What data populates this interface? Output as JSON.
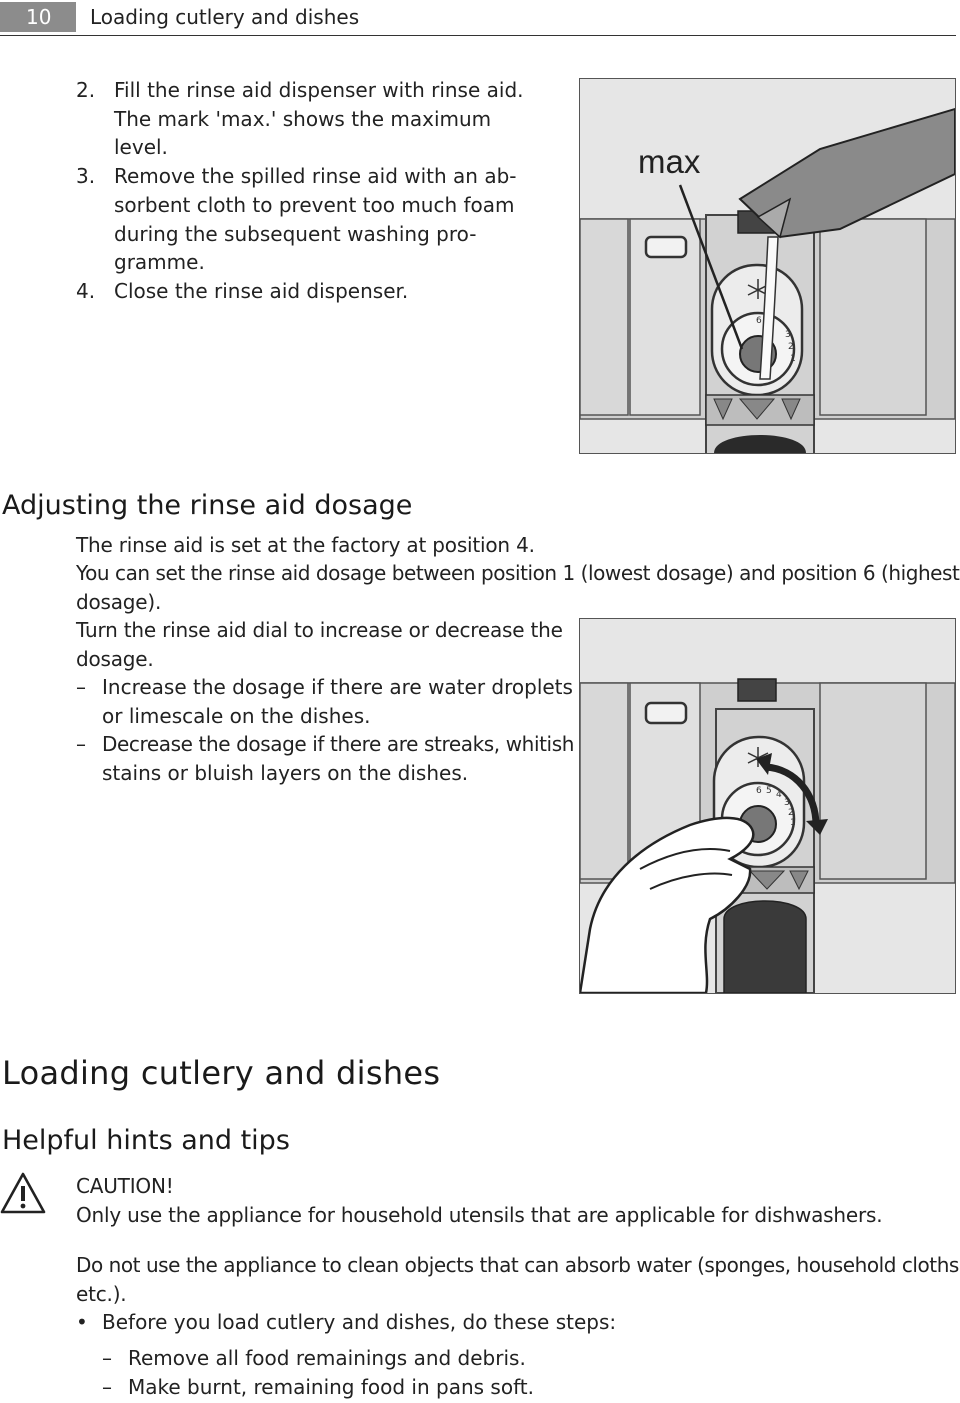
{
  "header": {
    "page_number": "10",
    "title": "Loading cutlery and dishes"
  },
  "steps": [
    {
      "num": "2.",
      "lines": [
        "Fill the rinse aid dispenser with rinse aid.",
        "The mark 'max.' shows the maximum level."
      ]
    },
    {
      "num": "3.",
      "lines": [
        "Remove the spilled rinse aid with an ab-",
        "sorbent cloth to prevent too much foam",
        "during the subsequent washing pro-",
        "gramme."
      ]
    },
    {
      "num": "4.",
      "lines": [
        "Close the rinse aid dispenser."
      ]
    }
  ],
  "figure1": {
    "label": "max"
  },
  "dosage": {
    "heading": "Adjusting the rinse aid dosage",
    "p1": "The rinse aid is set at the factory at position 4.",
    "p2_line1": "You can set the rinse aid dosage between position 1 (lowest dosage) and position 6 (highest",
    "p2_line2": "dosage).",
    "p3_line1": "Turn the rinse aid dial to increase or decrease the",
    "p3_line2": "dosage.",
    "items": [
      {
        "mark": "–",
        "line1": "Increase the dosage if there are water droplets",
        "line2": "or limescale on the dishes."
      },
      {
        "mark": "–",
        "line1": "Decrease the dosage if there are streaks, whitish",
        "line2": "stains or bluish layers on the dishes."
      }
    ]
  },
  "dial_numbers": [
    "1",
    "2",
    "3",
    "4",
    "5",
    "6"
  ],
  "loading": {
    "heading": "Loading cutlery and dishes",
    "subheading": "Helpful hints and tips",
    "caution_title": "CAUTION!",
    "caution_text": "Only use the appliance for household utensils that are applicable for dishwashers.",
    "p1_line1": "Do not use the appliance to clean objects that can absorb water (sponges, household cloths,",
    "p1_line2": "etc.).",
    "bullet_mark": "•",
    "bullet": "Before you load cutlery and dishes, do these steps:",
    "sub_items": [
      {
        "mark": "–",
        "text": "Remove all food remainings and debris."
      },
      {
        "mark": "–",
        "text": "Make burnt, remaining food in pans soft."
      }
    ]
  }
}
